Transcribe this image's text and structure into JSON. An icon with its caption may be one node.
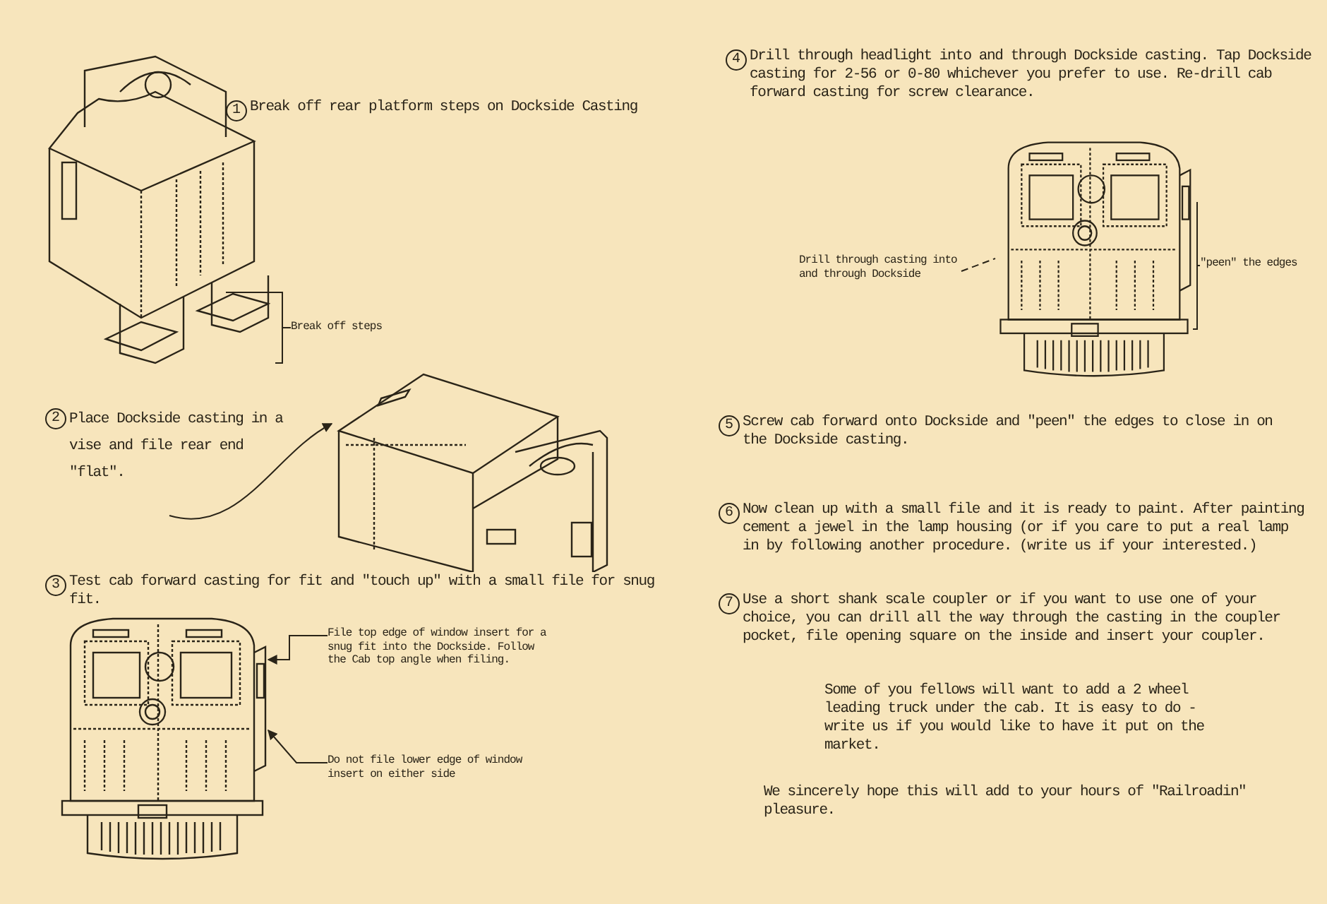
{
  "diagram": {
    "nodes": [
      {
        "text": [],
        "shape": "picture"
      },
      {
        "text": [
          "Break off steps"
        ]
      },
      {
        "text": [],
        "shape": "picture"
      },
      {
        "text": [],
        "shape": "picture"
      },
      {
        "text": [
          "File top edge of window insert for a snug fit into the Dockside. Follow the Cab top angle when filing."
        ]
      },
      {
        "text": [
          "Do not file lower edge of window insert on either side"
        ]
      },
      {
        "text": [
          "Drill through casting into and through Dockside"
        ]
      },
      {
        "text": [],
        "shape": "picture"
      },
      {
        "text": [
          "\"peen\" the edges"
        ]
      }
    ],
    "edges": [
      {
        "from": 1,
        "to": 0,
        "arrow": "none"
      },
      {
        "from": null,
        "to": 2,
        "arrow": "to"
      },
      {
        "from": 4,
        "to": 3,
        "arrow": "to"
      },
      {
        "from": 5,
        "to": 3,
        "arrow": "to"
      },
      {
        "from": 6,
        "to": 7,
        "arrow": "none",
        "style": "dashed"
      },
      {
        "from": 8,
        "to": 7,
        "arrow": "none"
      }
    ],
    "labels": [
      "1",
      "Break off rear platform steps on Dockside Casting",
      "2",
      "Place Dockside casting in a vise and file rear end \"flat\".",
      "3",
      "Test cab forward casting for fit and \"touch up\" with a small file for snug fit.",
      "4",
      "Drill through headlight into and through Dockside casting. Tap Dockside casting for 2-56 or 0-80 whichever you prefer to use. Re-drill cab forward casting for screw clearance.",
      "5",
      "Screw cab forward onto Dockside and \"peen\" the edges to close in on the Dockside casting.",
      "6",
      "Now clean up with a small file and it is ready to paint. After painting cement a jewel in the lamp housing (or if you care to put a real lamp in by following another procedure. (write us if your interested.)",
      "7",
      "Use a short shank scale coupler or if you want to use one of your choice, you can drill all the way through the casting in the coupler pocket, file opening square on the inside and insert your coupler.",
      "Some of you fellows will want to add a 2 wheel leading truck under the cab. It is easy to do - write us if you would like to have it put on the market.",
      "We sincerely hope this will add to your hours of \"Railroadin\" pleasure."
    ]
  }
}
